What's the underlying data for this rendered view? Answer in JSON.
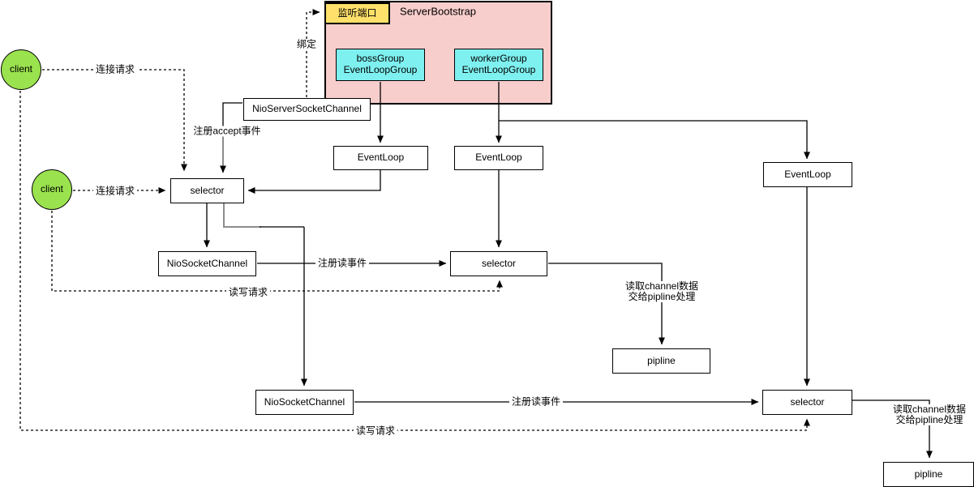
{
  "colors": {
    "server_bootstrap_fill": "#F8CECC",
    "listen_port_fill": "#FFE06B",
    "event_loop_group_fill": "#7FF0F0",
    "client_fill": "#9AE24E",
    "line": "#000000",
    "gray_line": "#8C8C8C"
  },
  "server_bootstrap": {
    "title": "ServerBootstrap",
    "listen_port": "监听端口",
    "boss_group": {
      "line1": "bossGroup",
      "line2": "EventLoopGroup"
    },
    "worker_group": {
      "line1": "workerGroup",
      "line2": "EventLoopGroup"
    }
  },
  "nodes": {
    "client_1": "client",
    "client_2": "client",
    "nio_server_socket_channel": "NioServerSocketChannel",
    "event_loop_1": "EventLoop",
    "event_loop_2": "EventLoop",
    "event_loop_3": "EventLoop",
    "selector_1": "selector",
    "selector_2": "selector",
    "selector_3": "selector",
    "nio_socket_channel_1": "NioSocketChannel",
    "nio_socket_channel_2": "NioSocketChannel",
    "pipline_1": "pipline",
    "pipline_2": "pipline"
  },
  "edge_labels": {
    "bind": "绑定",
    "connect_request_1": "连接请求",
    "connect_request_2": "连接请求",
    "register_accept": "注册accept事件",
    "register_read_1": "注册读事件",
    "register_read_2": "注册读事件",
    "read_write_request_1": "读写请求",
    "read_write_request_2": "读写请求",
    "read_channel_1": {
      "line1": "读取channel数据",
      "line2": "交给pipline处理"
    },
    "read_channel_2": {
      "line1": "读取channel数据",
      "line2": "交给pipline处理"
    }
  }
}
